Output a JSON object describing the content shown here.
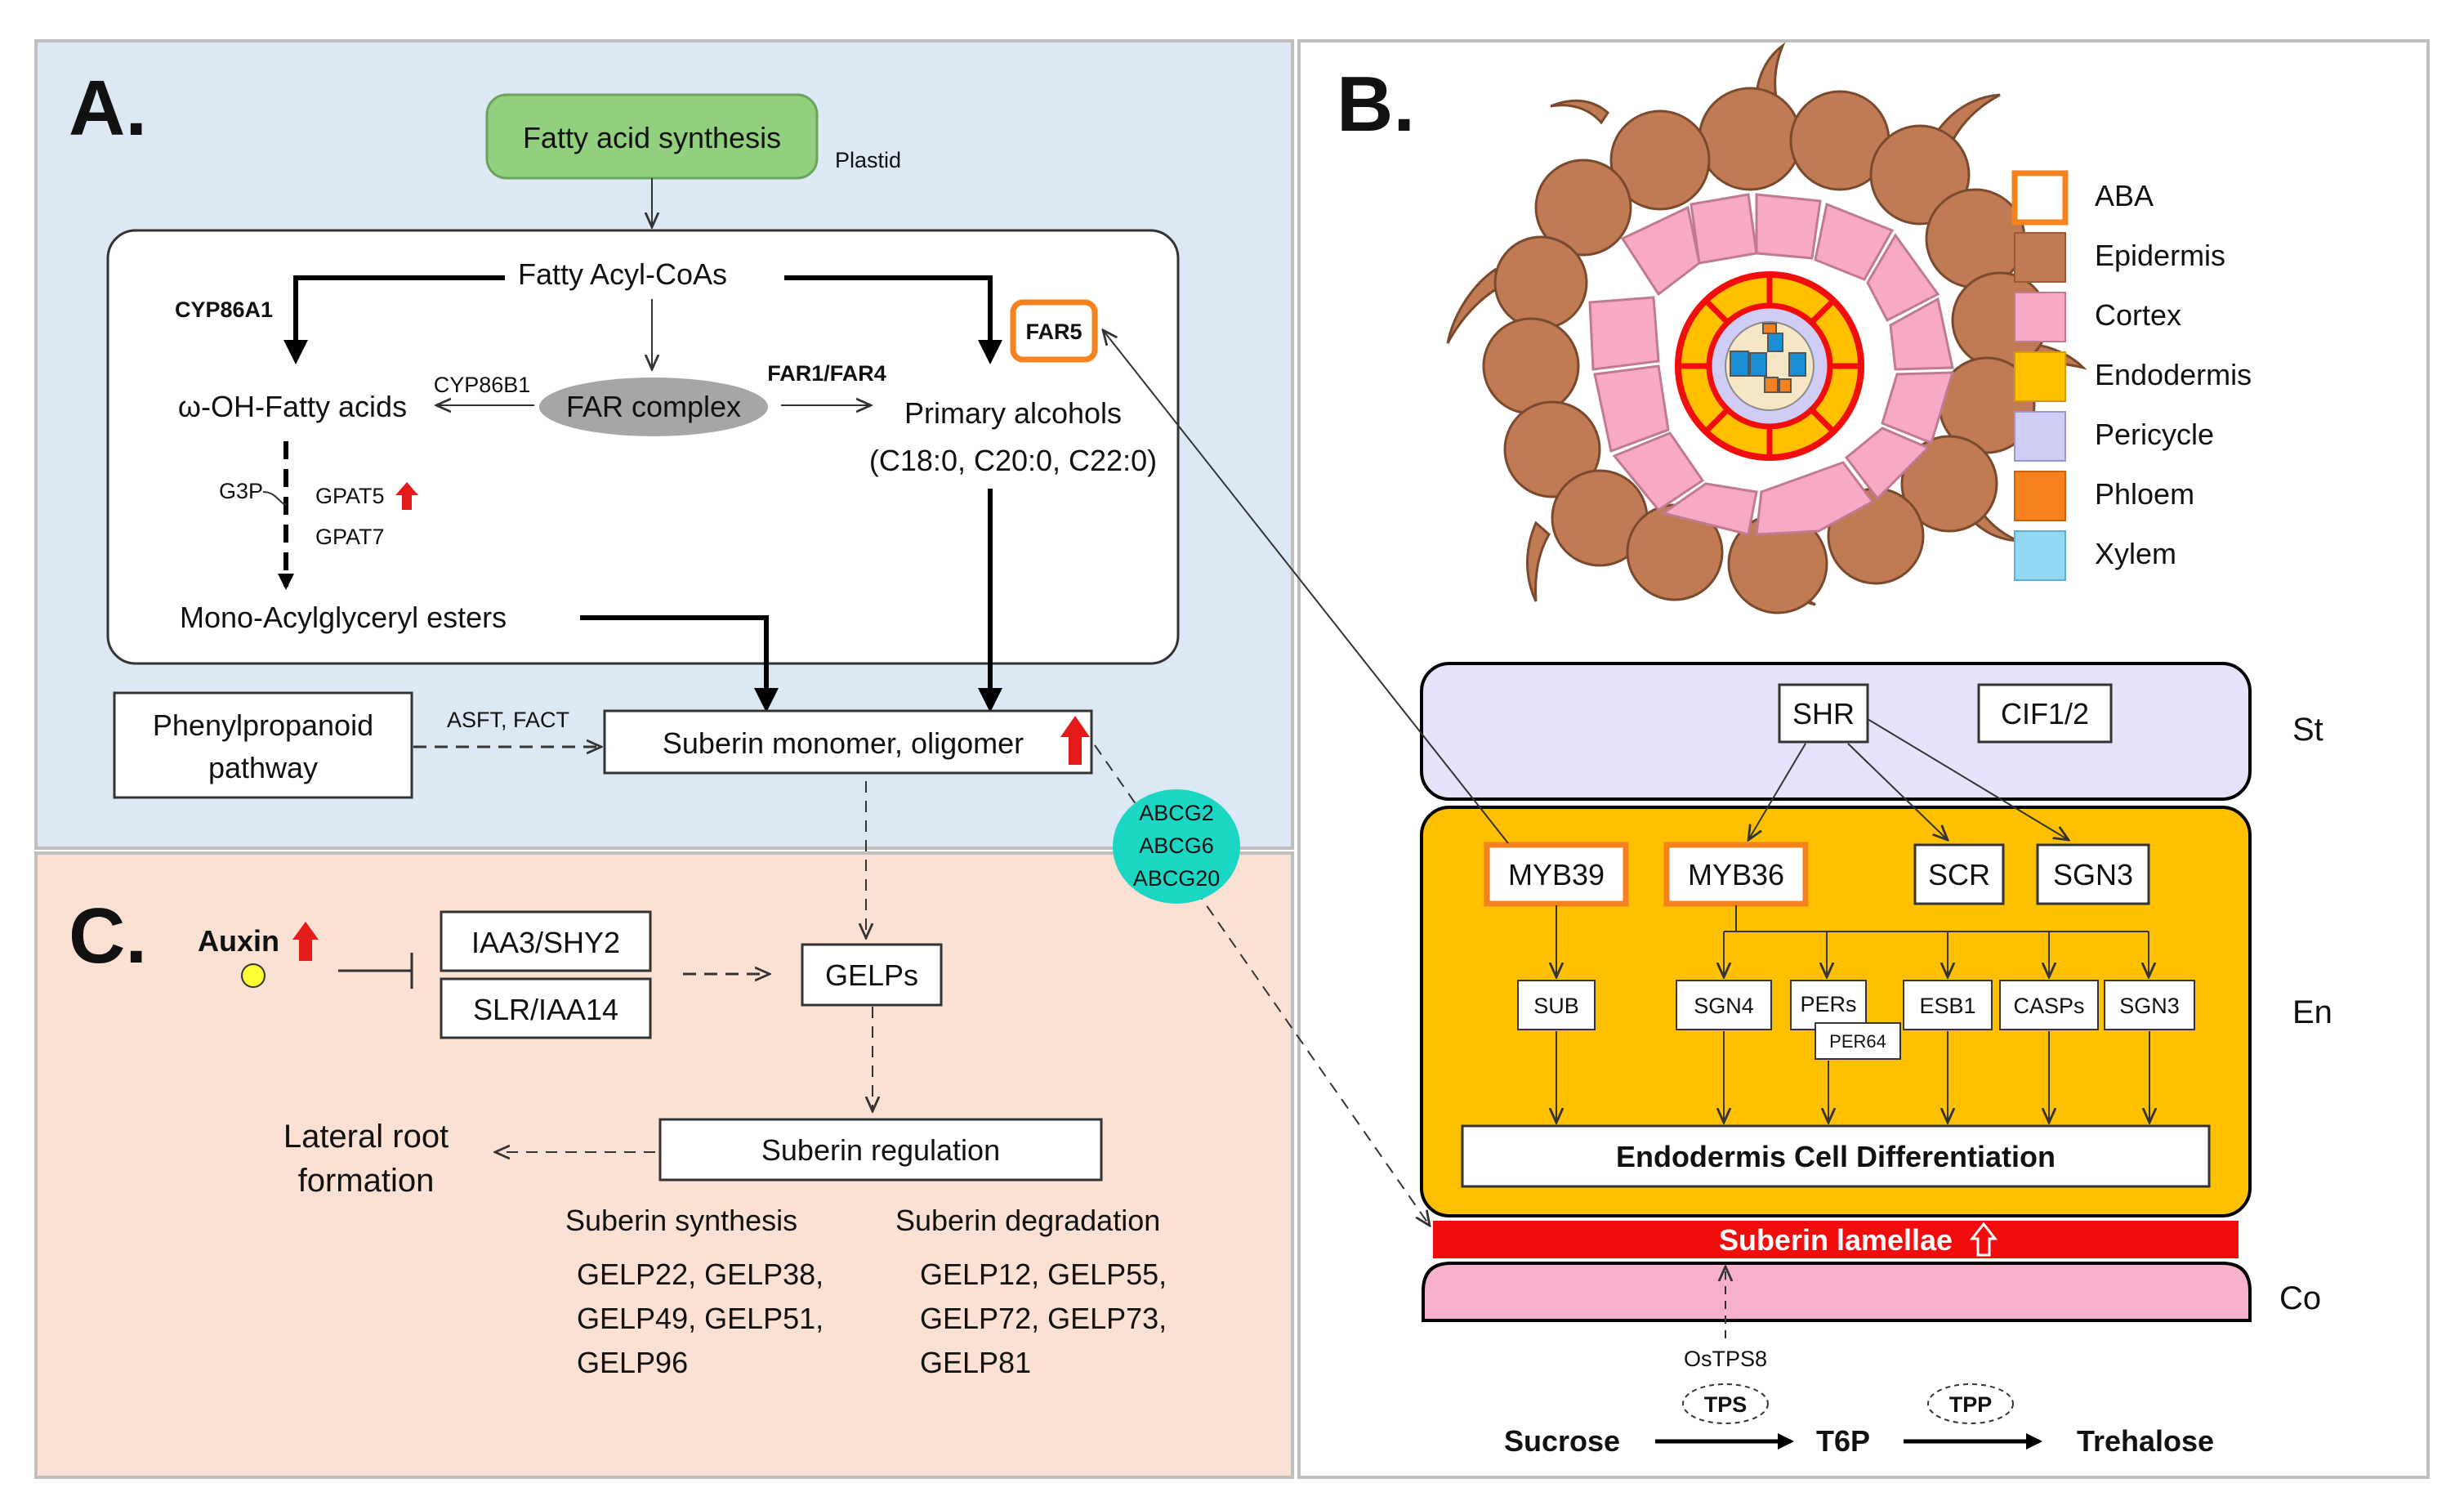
{
  "panels": {
    "a": "A.",
    "b": "B.",
    "c": "C."
  },
  "panel_a": {
    "fatty_acid_synthesis": "Fatty acid synthesis",
    "plastid": "Plastid",
    "fatty_acyl_coas": "Fatty Acyl-CoAs",
    "cyp86a1": "CYP86A1",
    "cyp86b1": "CYP86B1",
    "omega_oh_fatty_acids": "ω-OH-Fatty acids",
    "far_complex": "FAR complex",
    "far1_far4": "FAR1/FAR4",
    "far5": "FAR5",
    "primary_alcohols": "Primary alcohols",
    "primary_alcohols_chain": "(C18:0, C20:0, C22:0)",
    "g3p": "G3P",
    "gpat5": "GPAT5",
    "gpat7": "GPAT7",
    "mono_acylglyceryl_esters": "Mono-Acylglyceryl esters",
    "phenylpropanoid_line1": "Phenylpropanoid",
    "phenylpropanoid_line2": "pathway",
    "asft_fact": "ASFT, FACT",
    "suberin_monomer": "Suberin monomer, oligomer",
    "abcg": [
      "ABCG2",
      "ABCG6",
      "ABCG20"
    ]
  },
  "panel_b": {
    "legend": [
      {
        "label": "ABA",
        "fill": "#ffffff",
        "stroke": "#f5821f"
      },
      {
        "label": "Epidermis",
        "fill": "#c07b55",
        "stroke": "#9a5a38"
      },
      {
        "label": "Cortex",
        "fill": "#f7a9c6",
        "stroke": "#c07b8f"
      },
      {
        "label": "Endodermis",
        "fill": "#ffc000",
        "stroke": "#d49b00"
      },
      {
        "label": "Pericycle",
        "fill": "#cfcdf5",
        "stroke": "#9a97d0"
      },
      {
        "label": "Phloem",
        "fill": "#f5821f",
        "stroke": "#c86410"
      },
      {
        "label": "Xylem",
        "fill": "#92d8f5",
        "stroke": "#5fb0d6"
      }
    ],
    "stele": {
      "tag": "St",
      "shr": "SHR",
      "cif": "CIF1/2"
    },
    "endodermis": {
      "tag": "En",
      "myb39": "MYB39",
      "myb36": "MYB36",
      "scr": "SCR",
      "sgn3_top": "SGN3",
      "sub": "SUB",
      "sgn4": "SGN4",
      "pers": "PERs",
      "per64": "PER64",
      "esb1": "ESB1",
      "casps": "CASPs",
      "sgn3_bottom": "SGN3",
      "differentiation": "Endodermis Cell Differentiation"
    },
    "suberin_lamellae": "Suberin lamellae",
    "cortex_tag": "Co",
    "ostps8": "OsTPS8",
    "tps": "TPS",
    "tpp": "TPP",
    "sucrose": "Sucrose",
    "t6p": "T6P",
    "trehalose": "Trehalose"
  },
  "panel_c": {
    "auxin": "Auxin",
    "iaa3": "IAA3/SHY2",
    "slr": "SLR/IAA14",
    "gelps": "GELPs",
    "suberin_regulation": "Suberin regulation",
    "lateral_root_line1": "Lateral root",
    "lateral_root_line2": "formation",
    "synthesis_title": "Suberin synthesis",
    "synthesis_genes": [
      "GELP22, GELP38,",
      "GELP49, GELP51,",
      "GELP96"
    ],
    "degradation_title": "Suberin degradation",
    "degradation_genes": [
      "GELP12, GELP55,",
      "GELP72, GELP73,",
      "GELP81"
    ]
  },
  "colors": {
    "panel_a_bg": "#dce9f5",
    "panel_c_bg": "#fbe1d3",
    "fatty_acid_box": "#92d07f",
    "far_complex": "#a6a6a6",
    "abcg_ellipse": "#1cd6c4",
    "aba_outline": "#f5821f",
    "endodermis": "#ffc000",
    "stele": "#e4e3fa",
    "suberin_lamellae": "#f20d0d",
    "cortex": "#f7b1cc",
    "up_arrow": "#e31b1b",
    "auxin_dot": "#ffff33"
  }
}
